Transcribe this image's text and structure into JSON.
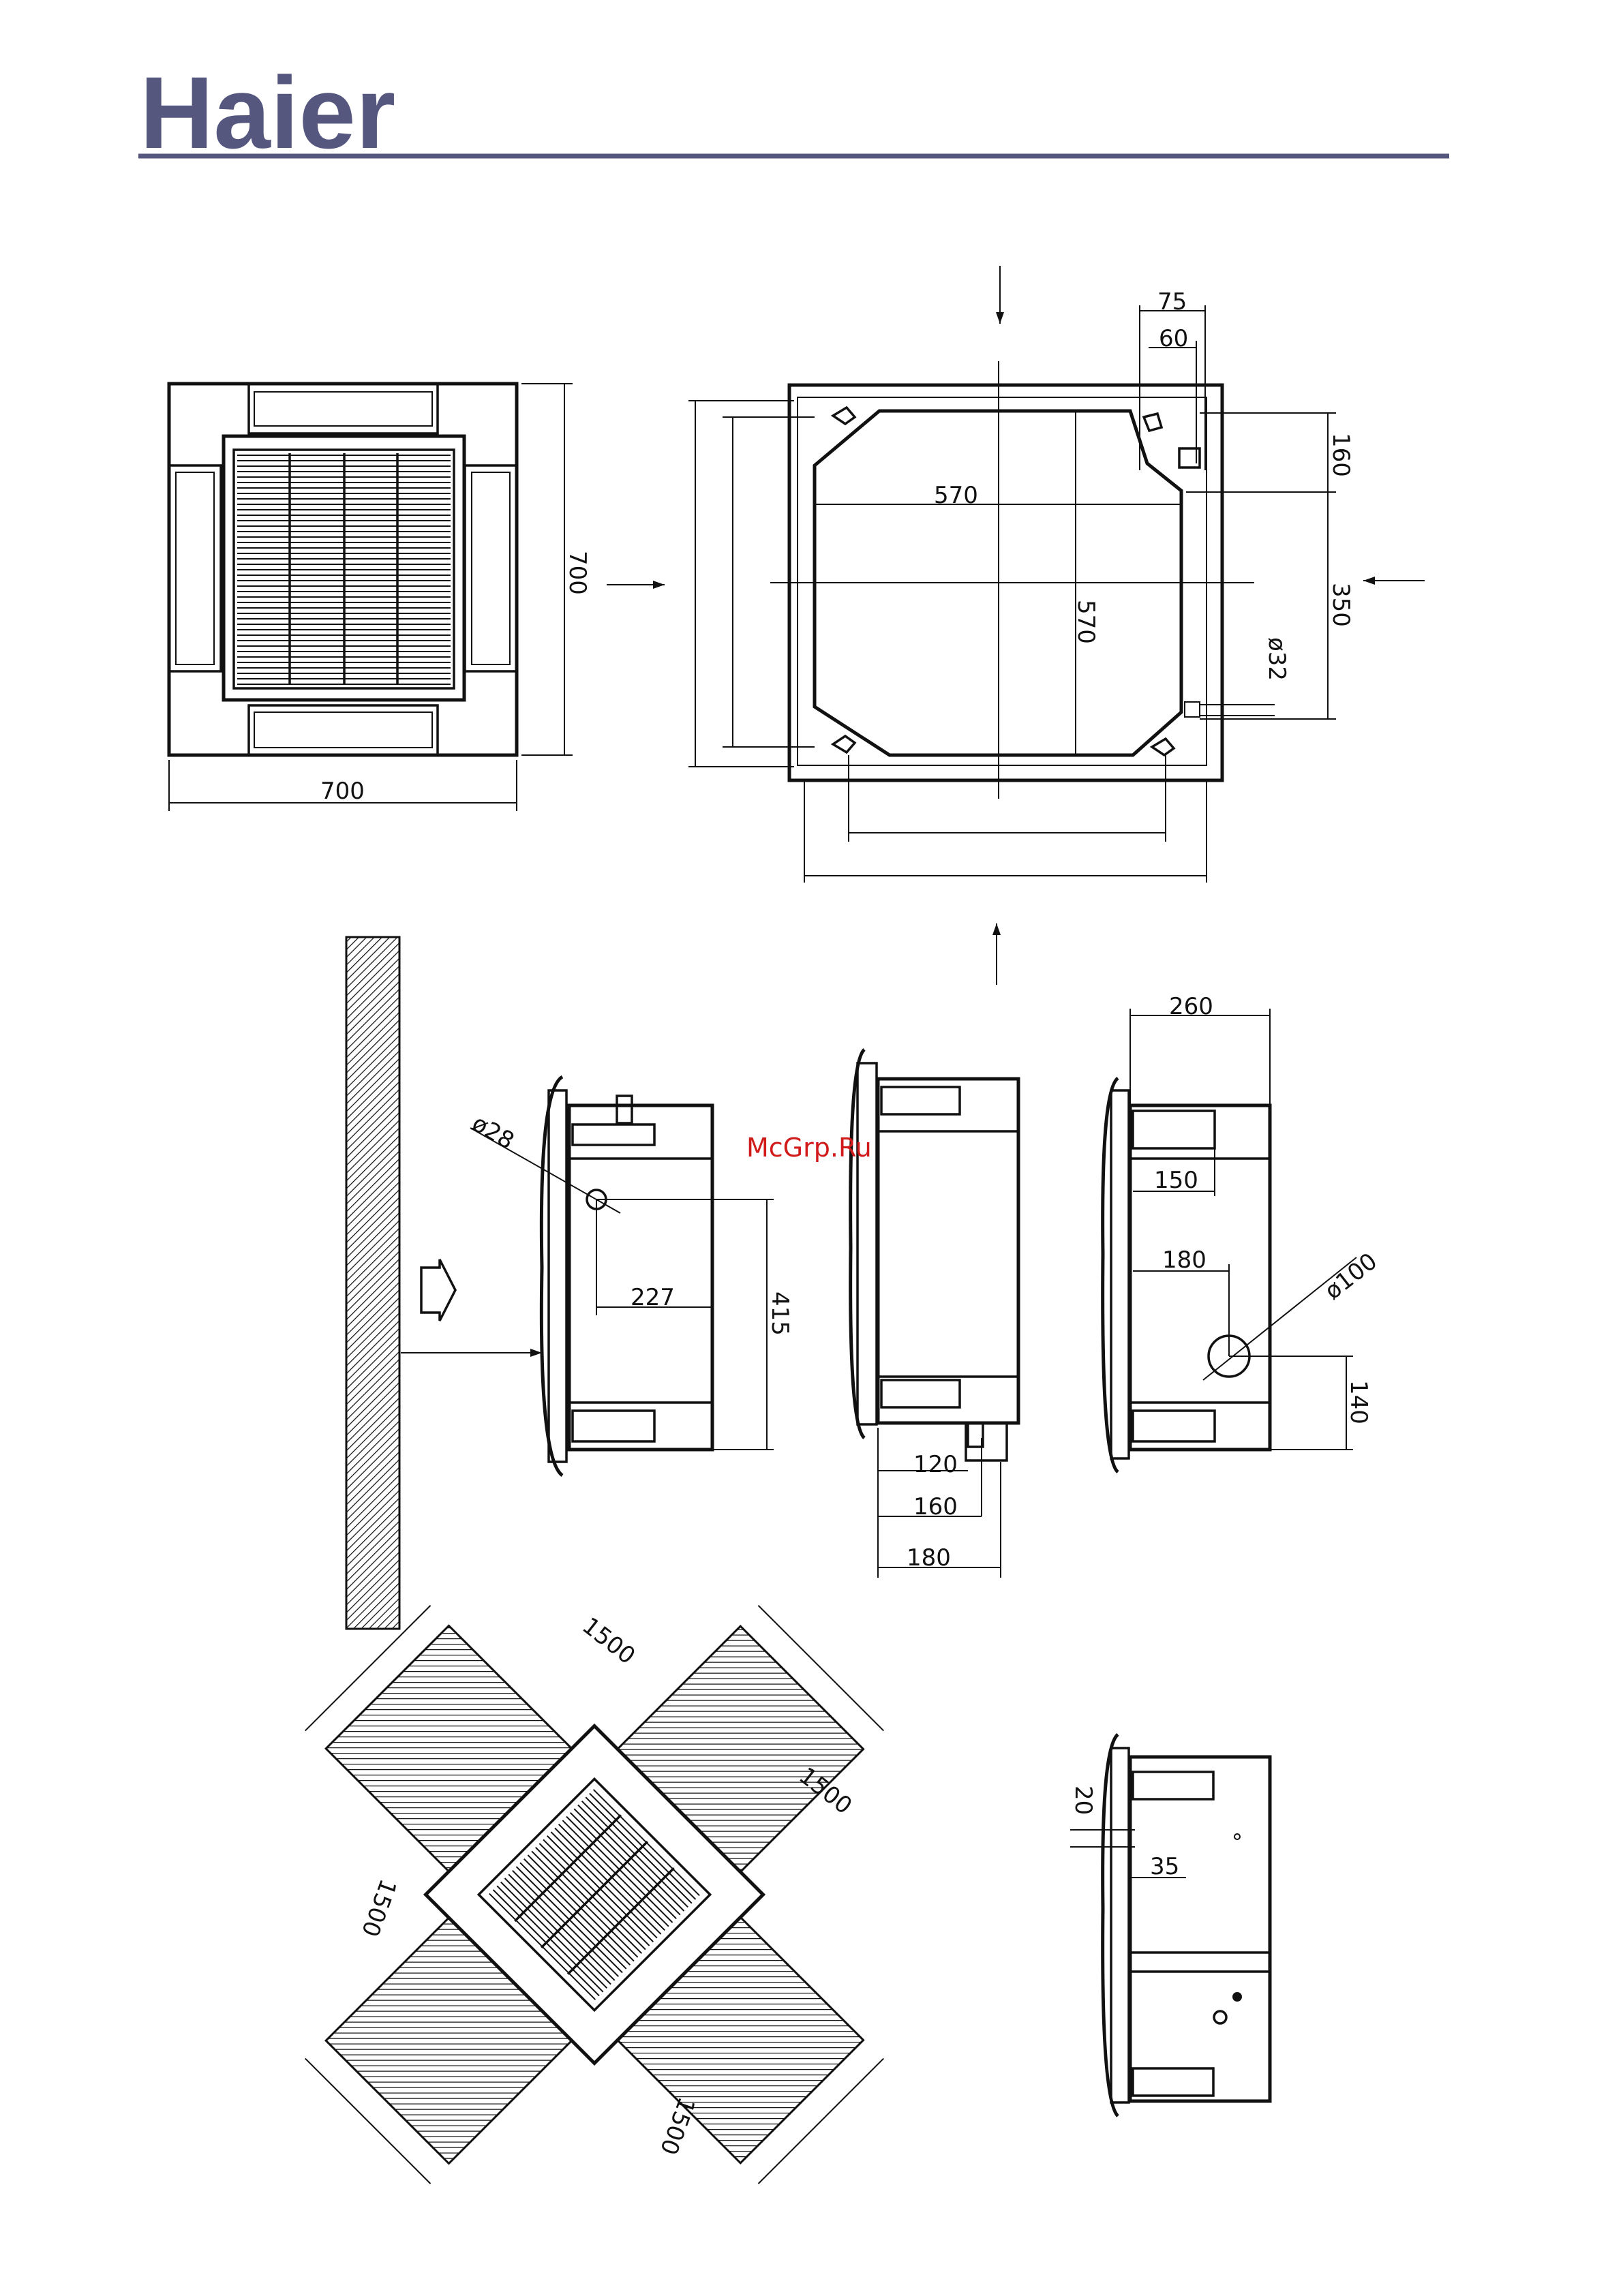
{
  "header": {
    "brand": "Haier"
  },
  "watermark": "McGrp.Ru",
  "top_view": {
    "width_label": "700",
    "height_label": "700"
  },
  "mounting_plan": {
    "dim_75": "75",
    "dim_60": "60",
    "dim_160": "160",
    "dim_350": "350",
    "dim_570_h": "570",
    "dim_570_v": "570",
    "dim_d32": "ø32"
  },
  "side_left": {
    "dim_d28": "ø28",
    "dim_227": "227",
    "dim_415": "415"
  },
  "side_middle": {
    "dim_120": "120",
    "dim_160": "160",
    "dim_180": "180"
  },
  "side_right": {
    "dim_260": "260",
    "dim_150": "150",
    "dim_180": "180",
    "dim_d100": "ø100",
    "dim_140": "140"
  },
  "clearance": {
    "c1": "1500",
    "c2": "1500",
    "c3": "1500",
    "c4": "1500"
  },
  "bottom_right": {
    "dim_20": "20",
    "dim_35": "35"
  },
  "colors": {
    "brand": "#56577f",
    "watermark": "#d11a1a",
    "line": "#111111"
  }
}
